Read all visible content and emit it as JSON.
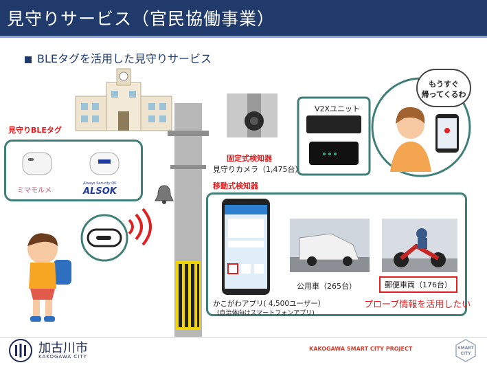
{
  "header": {
    "title": "見守りサービス（官民協働事業）"
  },
  "subtitle": "BLEタグを活用した見守りサービス",
  "tags": {
    "title": "見守りBLEタグ",
    "brand_left": "ミマモルメ",
    "brand_right": "ALSOK",
    "brand_right_small": "Always Security OK"
  },
  "fixed_detector": {
    "title": "固定式検知器",
    "camera": "見守りカメラ（1,475台）"
  },
  "mobile_detector": {
    "title": "移動式検知器"
  },
  "v2x": {
    "label": "V2Xユニット"
  },
  "speech": {
    "line1": "もうすぐ",
    "line2": "帰ってくるわ"
  },
  "app": {
    "label": "かこがわアプリ( 4,500ユーザー）",
    "sublabel": "(自治体向けスマートフォンアプリ)"
  },
  "public_car": {
    "label": "公用車（265台）"
  },
  "postal": {
    "label": "郵便車両（176台）"
  },
  "probe": "プローブ情報を活用したい",
  "footer": {
    "city": "加古川市",
    "city_en": "KAKOGAWA CITY",
    "project": "KAKOGAWA SMART CITY PROJECT",
    "smart": "SMART",
    "city_word": "CITY"
  },
  "colors": {
    "header": "#1f3a6b",
    "frame": "#3f7f78",
    "accent_red": "#e02020"
  }
}
